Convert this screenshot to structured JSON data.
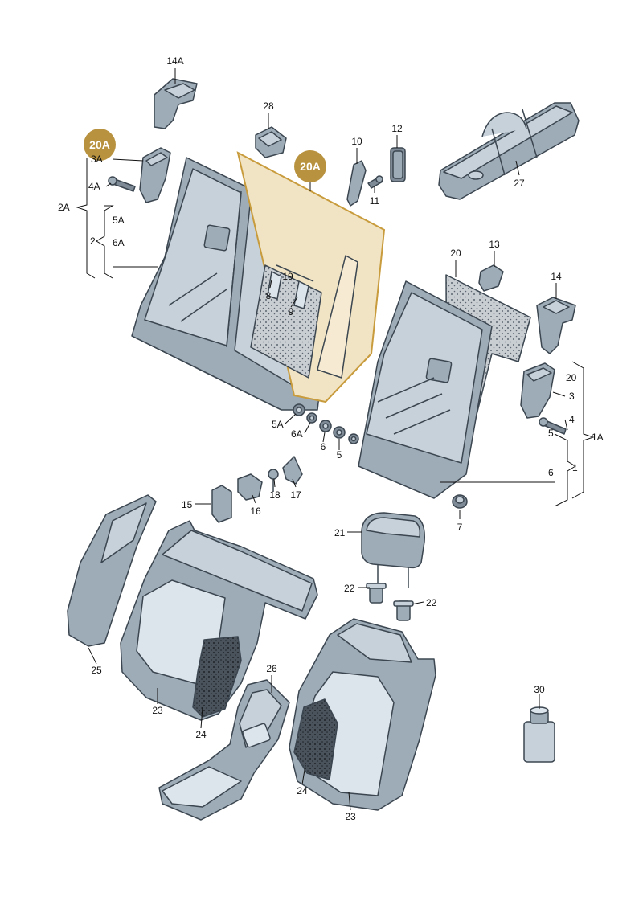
{
  "colors": {
    "badge": "#b8923f",
    "outline": "#3b4650",
    "part_fill": "#9eacb8",
    "highlight_outline": "#c89b3c"
  },
  "badges": [
    "20A",
    "20A"
  ],
  "labels": {
    "l14A": "14A",
    "l28": "28",
    "l10": "10",
    "l12": "12",
    "l3A": "3A",
    "l4A": "4A",
    "l2A": "2A",
    "l5A_top": "5A",
    "l2": "2",
    "l6A_top": "6A",
    "l11": "11",
    "l27": "27",
    "l19": "19",
    "l8": "8",
    "l9": "9",
    "l20": "20",
    "l13": "13",
    "l14": "14",
    "l20_right": "20",
    "l3": "3",
    "l4": "4",
    "l1A": "1A",
    "l5_right": "5",
    "l1": "1",
    "l6_right": "6",
    "l5A_low": "5A",
    "l6A_low": "6A",
    "l6_low": "6",
    "l5_low": "5",
    "l7": "7",
    "l15": "15",
    "l16": "16",
    "l18": "18",
    "l17": "17",
    "l21": "21",
    "l22_left": "22",
    "l22_right": "22",
    "l25": "25",
    "l26": "26",
    "l23_left": "23",
    "l24_left": "24",
    "l24_right": "24",
    "l23_right": "23",
    "l30": "30"
  }
}
